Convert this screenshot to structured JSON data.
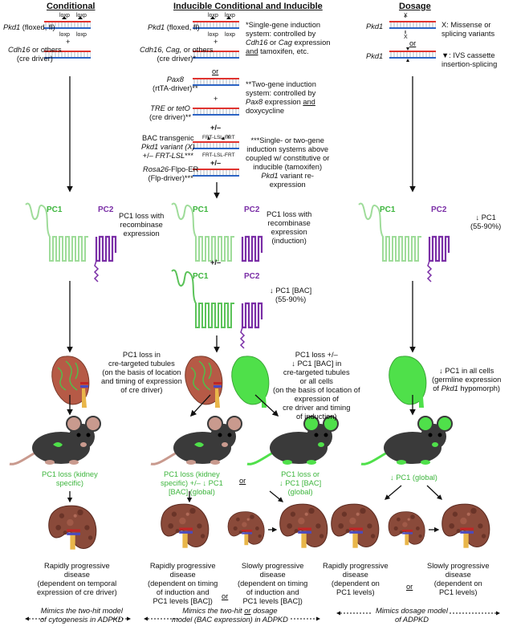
{
  "headers": {
    "conditional": "Conditional",
    "inducible": "Inducible Conditional and Inducible",
    "dosage": "Dosage"
  },
  "dna_labels": {
    "loxp": "loxp",
    "frt_lsl_frt": "FRT-LSL-FRT",
    "x": "X"
  },
  "conditional": {
    "pkd1_gene": "Pkd1",
    "pkd1_rest": " (floxed, fl)",
    "plus": "+",
    "cre_gene": "Cdh16",
    "cre_rest1": " or others",
    "cre_rest2": "(cre driver)",
    "pc_note1": "PC1 loss with",
    "pc_note2": "recombinase",
    "pc_note3": "expression",
    "kidney_note": [
      "PC1 loss in",
      "cre-targeted tubules",
      "(on the basis of location",
      "and timing of expression",
      "of cre driver)"
    ],
    "mouse_label": [
      "PC1 loss (kidney",
      "specific)"
    ],
    "outcome": [
      "Rapidly progressive",
      "disease",
      "(dependent on temporal",
      "expression of cre driver)"
    ]
  },
  "inducible": {
    "pkd1_gene": "Pkd1",
    "pkd1_rest": " (floxed, fl)",
    "plus": "+",
    "cre_genes": "Cdh16, Cag,",
    "cre_rest1": " or others",
    "cre_rest2": "(cre driver)*",
    "or": "or",
    "pax8_gene": "Pax8",
    "pax8_rest": "(rtTA-driver)**",
    "tre_gene": "TRE or tetO",
    "tre_rest": "(cre driver)**",
    "plusminus": "+/–",
    "bac1": "BAC transgenic",
    "bac2_gene": "Pkd1 variant (X)",
    "bac3_pre": "+/– ",
    "bac3_gene": "FRT-LSL",
    "bac3_post": "***",
    "rosa_gene": "Rosa26",
    "rosa_rest": "-Flpo-ER",
    "flp": "(Flp-driver)***",
    "note1_a": "*Single-gene induction",
    "note1_b": "system: controlled by",
    "note1_c_gene": "Cdh16",
    "note1_c_mid": " or ",
    "note1_c_gene2": "Cag",
    "note1_c_end": " expression",
    "note1_d_and": "and",
    "note1_d_end": " tamoxifen, etc.",
    "note2_a": "**Two-gene induction",
    "note2_b": "system: controlled by",
    "note2_c_gene": "Pax8",
    "note2_c_mid": " expression ",
    "note2_c_and": "and",
    "note2_d": "doxycycline",
    "note3": [
      "***Single- or two-gene",
      "induction systems above",
      "coupled w/ constitutive or",
      "inducible (tamoxifen)"
    ],
    "note3_gene": "Pkd1",
    "note3_end": " variant re-",
    "note3_last": "expression",
    "pc_note": [
      "PC1 loss with",
      "recombinase",
      "expression",
      "(induction)"
    ],
    "bac_note1": "↓ PC1 [BAC]",
    "bac_note2": "(55-90%)",
    "kidney_note": [
      "PC1 loss +/–",
      "↓ PC1 [BAC] in",
      "cre-targeted tubules",
      "or all cells",
      "(on the basis of location of",
      "expression of",
      "cre driver and timing",
      "of induction)"
    ],
    "mouse1_label": [
      "PC1 loss (kidney",
      "specific) +/– ↓ PC1",
      "[BAC] (global)"
    ],
    "mouse_or": "or",
    "mouse2_label": [
      "PC1 loss or",
      "↓ PC1 [BAC]",
      "(global)"
    ],
    "outcome1": [
      "Rapidly progressive",
      "disease",
      "(dependent on timing",
      "of induction and",
      "PC1 levels [BAC])"
    ],
    "outcome_or": "or",
    "outcome2": [
      "Slowly progressive",
      "disease",
      "(dependent on timing",
      "of induction and",
      "PC1 levels [BAC])"
    ]
  },
  "dosage": {
    "pkd1_gene": "Pkd1",
    "or": "or",
    "note1": "X: Missense or",
    "note1b": "splicing variants",
    "note2": "▼: IVS cassette",
    "note2b": "insertion-splicing",
    "pc_note1": "↓ PC1",
    "pc_note2": "(55-90%)",
    "kidney_note1": "↓ PC1 in all cells",
    "kidney_note2": "(germline expression",
    "kidney_note3_pre": "of ",
    "kidney_note3_gene": "Pkd1",
    "kidney_note3_post": " hypomorph)",
    "mouse_label": "↓ PC1 (global)",
    "outcome1": [
      "Rapidly progressive",
      "disease",
      "(dependent on",
      "PC1 levels)"
    ],
    "outcome_or": "or",
    "outcome2": [
      "Slowly progressive",
      "disease",
      "(dependent on",
      "PC1 levels)"
    ]
  },
  "protein_labels": {
    "pc1": "PC1",
    "pc2": "PC2"
  },
  "footer": {
    "left": [
      "Mimics the two-hit model",
      "of cytogenesis in ADPKD"
    ],
    "mid1_pre": "Mimics the two-hit ",
    "mid1_or": "or",
    "mid1_post": " dosage",
    "mid2": "model (BAC expression) in ADPKD",
    "right": [
      "Mimics dosage model",
      "of ADPKD"
    ]
  },
  "colors": {
    "dna_red": "#e0332f",
    "dna_blue": "#2b63c4",
    "pc1_green": "#9fdc9a",
    "pc2_purple": "#7a2ea6",
    "label_green": "#3db53d",
    "kidney_brown": "#8a4a3a",
    "kidney_green": "#4fe04a",
    "mouse_dark": "#3a3a3a",
    "mouse_pink": "#c99a8e"
  }
}
